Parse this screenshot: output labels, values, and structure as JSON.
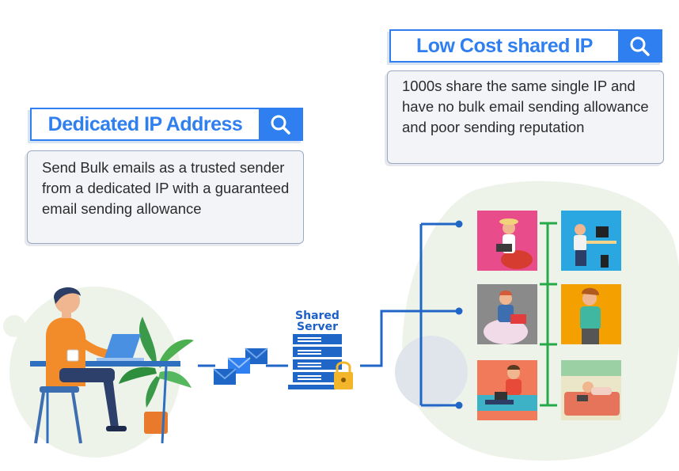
{
  "dedicated": {
    "title": "Dedicated IP Address",
    "description": "Send Bulk emails as a trusted sender from a dedicated IP with a guaranteed email sending allowance"
  },
  "shared": {
    "title": "Low Cost shared IP",
    "description": "1000s share the same single IP and have no bulk email sending allowance and poor sending reputation"
  },
  "server": {
    "label_line1": "Shared",
    "label_line2": "Server"
  },
  "colors": {
    "accent_blue": "#2f7ff0",
    "line_blue": "#1f66c6",
    "green": "#27a94a",
    "lock_yellow": "#f3b52a"
  },
  "icons": [
    "search-icon",
    "envelope-icon",
    "server-icon",
    "padlock-icon",
    "laptop-icon",
    "plant-icon"
  ]
}
